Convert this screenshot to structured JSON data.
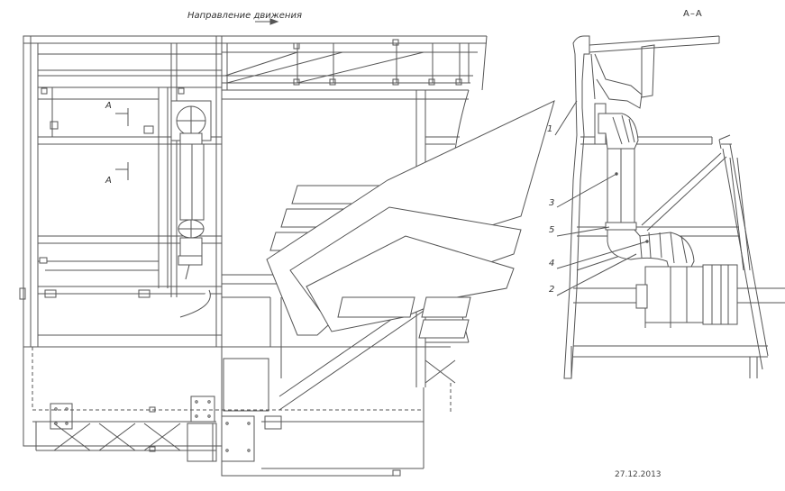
{
  "direction_label": "Направление движения",
  "section_title": "А–А",
  "section_mark_top": "А",
  "section_mark_bottom": "А",
  "callouts": [
    "1",
    "3",
    "5",
    "4",
    "2"
  ],
  "date": "27.12.2013"
}
